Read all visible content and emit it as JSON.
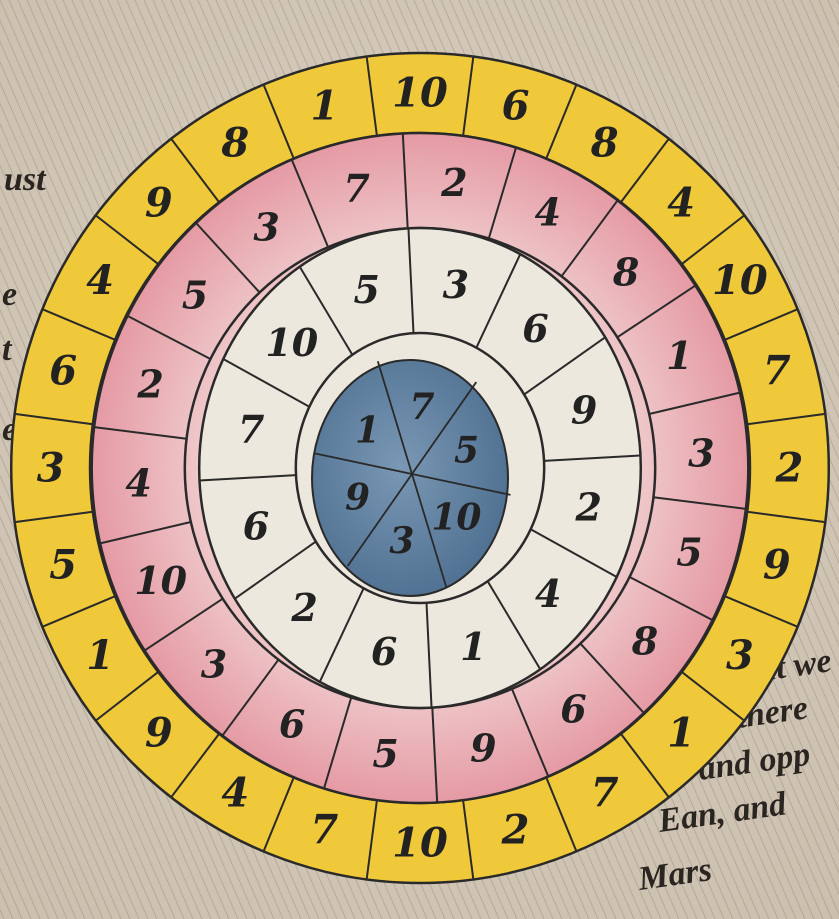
{
  "colors": {
    "paper": "#e6ddcf",
    "outer_ring": "#f0c93a",
    "pink_ring": "#e9a3aa",
    "white_ring": "#ece8dd",
    "center": "#5f7f9e",
    "ink": "#222222"
  },
  "wheel": {
    "outer_ring": [
      "10",
      "6",
      "8",
      "4",
      "10",
      "7",
      "2",
      "9",
      "3",
      "1",
      "7",
      "2",
      "10",
      "7",
      "4",
      "9",
      "1",
      "5",
      "3",
      "6",
      "4",
      "9",
      "8",
      "1"
    ],
    "pink_ring": [
      "2",
      "4",
      "8",
      "1",
      "3",
      "5",
      "8",
      "6",
      "9",
      "5",
      "6",
      "3",
      "10",
      "4",
      "2",
      "5",
      "3",
      "7"
    ],
    "white_ring": [
      "3",
      "6",
      "9",
      "2",
      "4",
      "1",
      "6",
      "2",
      "6",
      "7",
      "10",
      "5"
    ],
    "center": [
      "7",
      "5",
      "10",
      "3",
      "9",
      "1"
    ]
  },
  "margin_text": {
    "left": [
      "ust",
      "e",
      "t",
      "e"
    ],
    "right": [
      "it we",
      "there",
      "and opp",
      "Ean, and",
      "Mars"
    ]
  }
}
